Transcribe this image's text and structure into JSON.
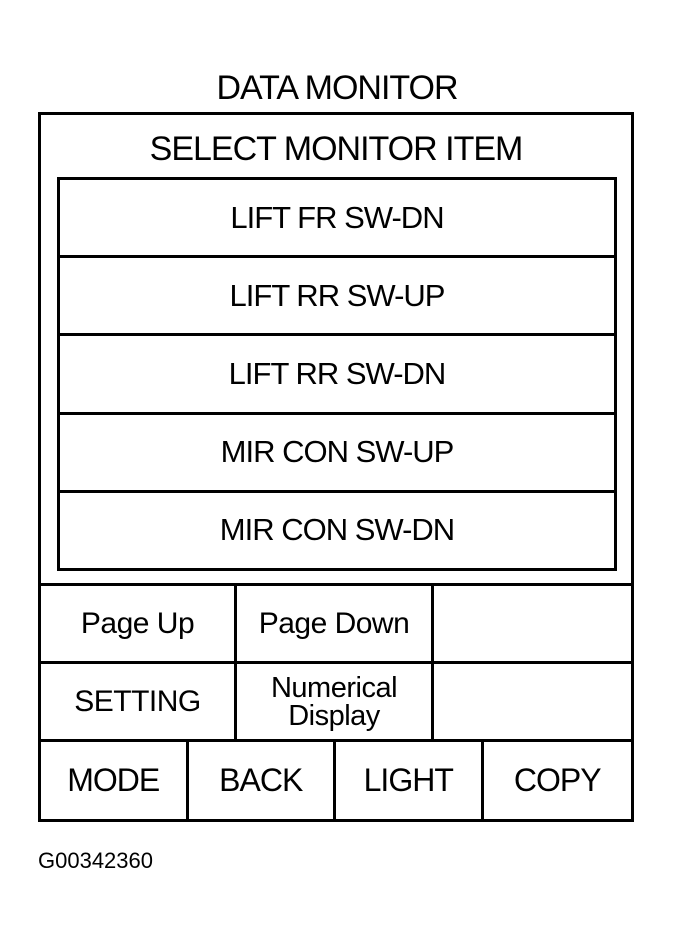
{
  "header": {
    "title": "DATA MONITOR"
  },
  "screen": {
    "subtitle": "SELECT MONITOR ITEM",
    "items": [
      {
        "label": "LIFT FR SW-DN"
      },
      {
        "label": "LIFT RR SW-UP"
      },
      {
        "label": "LIFT RR SW-DN"
      },
      {
        "label": "MIR CON SW-UP"
      },
      {
        "label": "MIR CON SW-DN"
      }
    ]
  },
  "softkeys": {
    "page_up": "Page Up",
    "page_down": "Page Down",
    "setting": "SETTING",
    "numerical_line1": "Numerical",
    "numerical_line2": "Display"
  },
  "hardkeys": {
    "mode": "MODE",
    "back": "BACK",
    "light": "LIGHT",
    "copy": "COPY"
  },
  "footer": {
    "figure_id": "G00342360"
  }
}
